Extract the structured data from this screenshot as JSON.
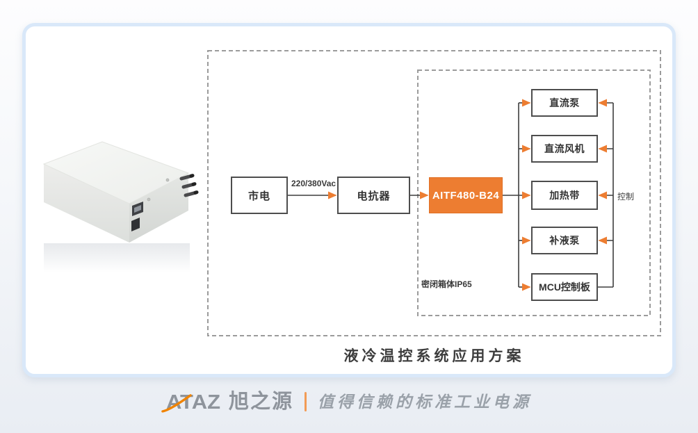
{
  "page": {
    "caption": "液冷温控系统应用方案"
  },
  "diagram": {
    "mains_box": "市电",
    "voltage_label": "220/380Vac",
    "reactor_box": "电抗器",
    "psu_box": "AITF480-B24",
    "enclosure_label": "密闭箱体IP65",
    "control_label": "控制",
    "loads": [
      "直流泵",
      "直流风机",
      "加热带",
      "补液泵",
      "MCU控制板"
    ]
  },
  "branding": {
    "logo_text": "ATAZ",
    "brand_name": "旭之源",
    "tagline": "值得信赖的标准工业电源"
  },
  "colors": {
    "accent_orange": "#ED7D31",
    "line_dark": "#3d3d3d",
    "dashed_gray": "#9b9b9b",
    "card_border_blue": "#d9e8f9",
    "brand_gray": "#8e949c"
  }
}
